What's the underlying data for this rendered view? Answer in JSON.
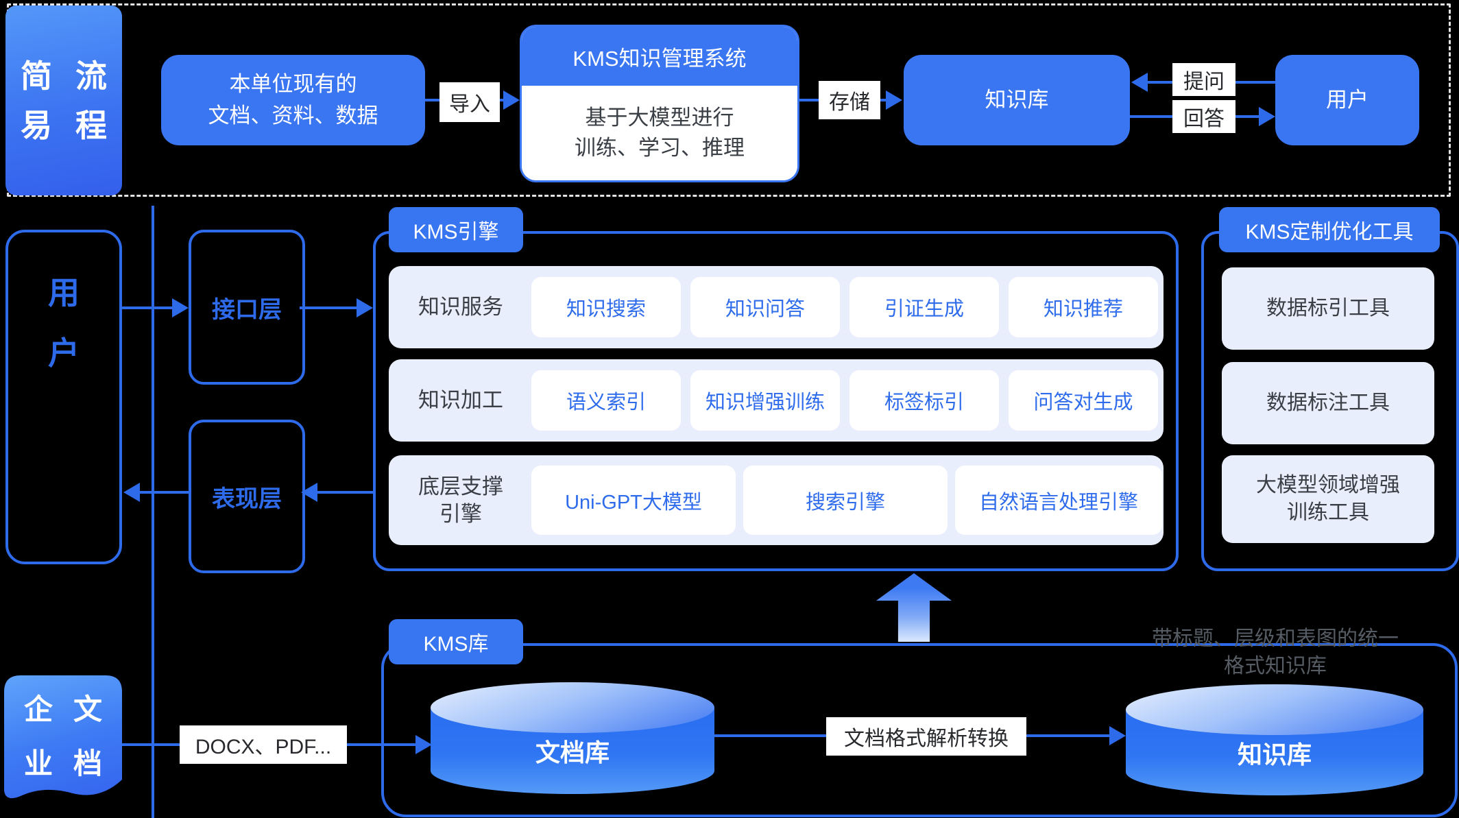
{
  "colors": {
    "background": "#000000",
    "accent_stroke": "#2e6beb",
    "solid_blue": "#3b76f2",
    "light_panel": "#e8eefb",
    "chip_text": "#2f6cec",
    "dark_text": "#3a3e45",
    "dashed_border": "#e3e3e3"
  },
  "banner": {
    "chars": [
      "简",
      "流",
      "易",
      "程"
    ]
  },
  "flow": {
    "source_line1": "本单位现有的",
    "source_line2": "文档、资料、数据",
    "import_label": "导入",
    "kms_title": "KMS知识管理系统",
    "kms_body_line1": "基于大模型进行",
    "kms_body_line2": "训练、学习、推理",
    "store_label": "存储",
    "kb_label": "知识库",
    "ask_label": "提问",
    "answer_label": "回答",
    "user_label": "用户"
  },
  "middle": {
    "user_chars": [
      "用",
      "户"
    ],
    "interface_label": "接口层",
    "presentation_label": "表现层",
    "engine": {
      "title": "KMS引擎",
      "rows": [
        {
          "label": "知识服务",
          "chips": [
            "知识搜索",
            "知识问答",
            "引证生成",
            "知识推荐"
          ]
        },
        {
          "label": "知识加工",
          "chips": [
            "语义索引",
            "知识增强训练",
            "标签标引",
            "问答对生成"
          ]
        },
        {
          "label_line1": "底层支撑",
          "label_line2": "引擎",
          "chips": [
            "Uni-GPT大模型",
            "搜索引擎",
            "自然语言处理引擎"
          ]
        }
      ]
    },
    "tools": {
      "title": "KMS定制优化工具",
      "items": [
        {
          "line1": "数据标引工具"
        },
        {
          "line1": "数据标注工具"
        },
        {
          "line1": "大模型领域增强",
          "line2": "训练工具"
        }
      ]
    }
  },
  "bottom": {
    "lib_title": "KMS库",
    "doc_chars": [
      "企",
      "文",
      "业",
      "档"
    ],
    "docx_label": "DOCX、PDF...",
    "doc_db_label": "文档库",
    "convert_label": "文档格式解析转换",
    "kb_db_label": "知识库",
    "note_line1": "带标题、层级和表图的统一",
    "note_line2": "格式知识库"
  }
}
